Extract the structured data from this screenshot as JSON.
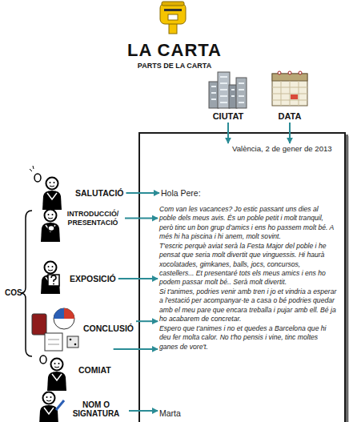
{
  "diagram": {
    "title": "LA CARTA",
    "nodes": [
      {
        "text": [
          "CIUTAT"
        ]
      },
      {
        "text": [
          "DATA"
        ]
      },
      {
        "text": []
      },
      {
        "text": [
          "València, 2 de gener de 2013"
        ],
        "in": 2
      },
      {
        "text": [
          "Hola Pere:"
        ],
        "in": 2
      },
      {
        "text": [
          "Com van les vacances? Jo estic passant uns dies al poble dels meus avis. És un poble petit i molt tranquil, però tinc un bon grup d'amics i ens ho passem molt bé. A més hi ha piscina i hi anem, molt sovint."
        ],
        "in": 2
      },
      {
        "text": [
          "T'escric perquè aviat serà la Festa Major del poble i he pensat que seria molt divertit que vinguessis. Hi haurà xocolatades, gimkanes, balls, jocs, concursos, castellers... Et presentaré tots els meus amics i ens ho podem passar molt bé.. Serà molt divertit."
        ],
        "in": 2
      },
      {
        "text": [
          "Si t'animes, podries venir amb tren i jo et vindria a esperar a l'estació per acompanyar-te a casa o bé podries quedar amb el meu pare que encara treballa i pujar amb ell. Bé ja ho acabarem de concretar."
        ],
        "in": 2
      },
      {
        "text": [
          "Espero que t'animes i no et quedes a Barcelona que hi deu fer molta calor. No t'ho pensis i vine, tinc moltes ganes de vore't."
        ],
        "in": 2
      },
      {
        "text": [
          "Marta"
        ],
        "in": 2
      },
      {
        "text": [
          "SALUTACIÓ"
        ]
      },
      {
        "text": [
          "INTRODUCCIÓ/ PRESENTACIÓ"
        ]
      },
      {
        "text": [
          "EXPOSICIÓ"
        ]
      },
      {
        "text": [
          "CONCLUSIÓ"
        ]
      },
      {
        "text": [
          "COMIAT"
        ]
      },
      {
        "text": [
          "NOM O SIGNATURA"
        ]
      }
    ],
    "edges": [
      {
        "from": 0,
        "to": 3,
        "arrow": "to"
      },
      {
        "from": 1,
        "to": 3,
        "arrow": "to"
      },
      {
        "from": 10,
        "to": 4,
        "arrow": "to"
      },
      {
        "from": 11,
        "to": 5,
        "arrow": "to"
      },
      {
        "from": 12,
        "to": 6,
        "arrow": "to"
      },
      {
        "from": 13,
        "to": 7,
        "arrow": "to"
      },
      {
        "from": 14,
        "to": 8,
        "arrow": "to"
      },
      {
        "from": 15,
        "to": 9,
        "arrow": "to"
      }
    ],
    "labels": [
      "PARTS DE LA CARTA",
      "COS"
    ]
  }
}
